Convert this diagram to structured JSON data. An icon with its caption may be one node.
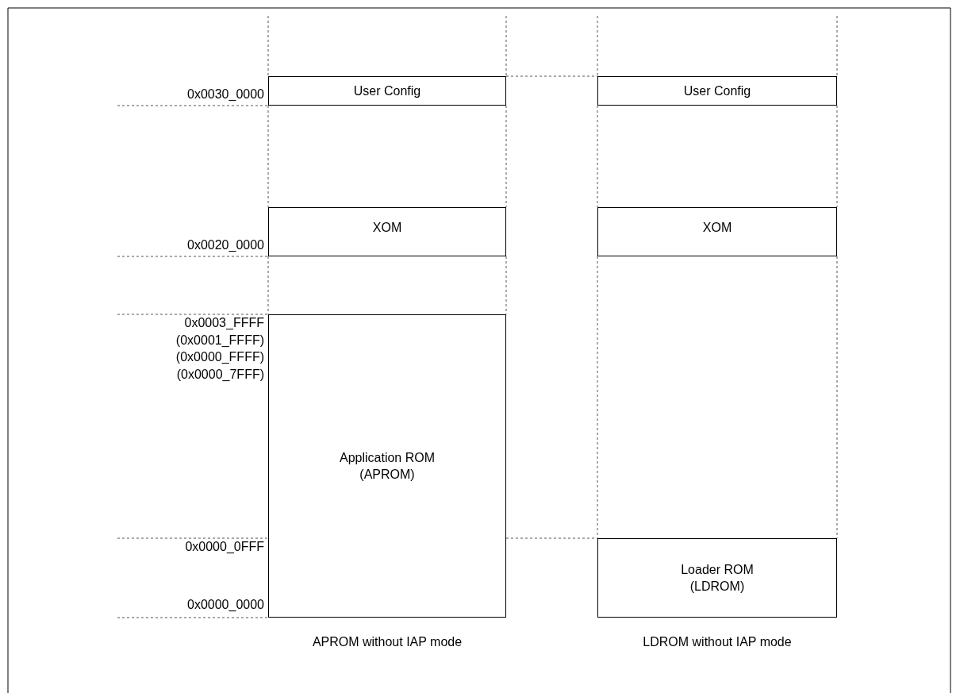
{
  "diagram": {
    "nodes": [
      {
        "text": [
          "User Config"
        ]
      },
      {
        "text": [
          "User Config"
        ]
      },
      {
        "text": [
          "XOM"
        ]
      },
      {
        "text": [
          "XOM"
        ]
      },
      {
        "text": [
          "Application ROM (APROM)"
        ],
        "beside": [
          "APROM without IAP mode"
        ]
      },
      {
        "text": [
          "Loader ROM (LDROM)"
        ],
        "beside": [
          "LDROM without IAP mode"
        ]
      }
    ],
    "labels": [
      "0x0030_0000",
      "0x0020_0000",
      "0x0003_FFFF",
      "(0x0001_FFFF)",
      "(0x0000_FFFF)",
      "(0x0000_7FFF)",
      "0x0000_0FFF",
      "0x0000_0000"
    ]
  }
}
